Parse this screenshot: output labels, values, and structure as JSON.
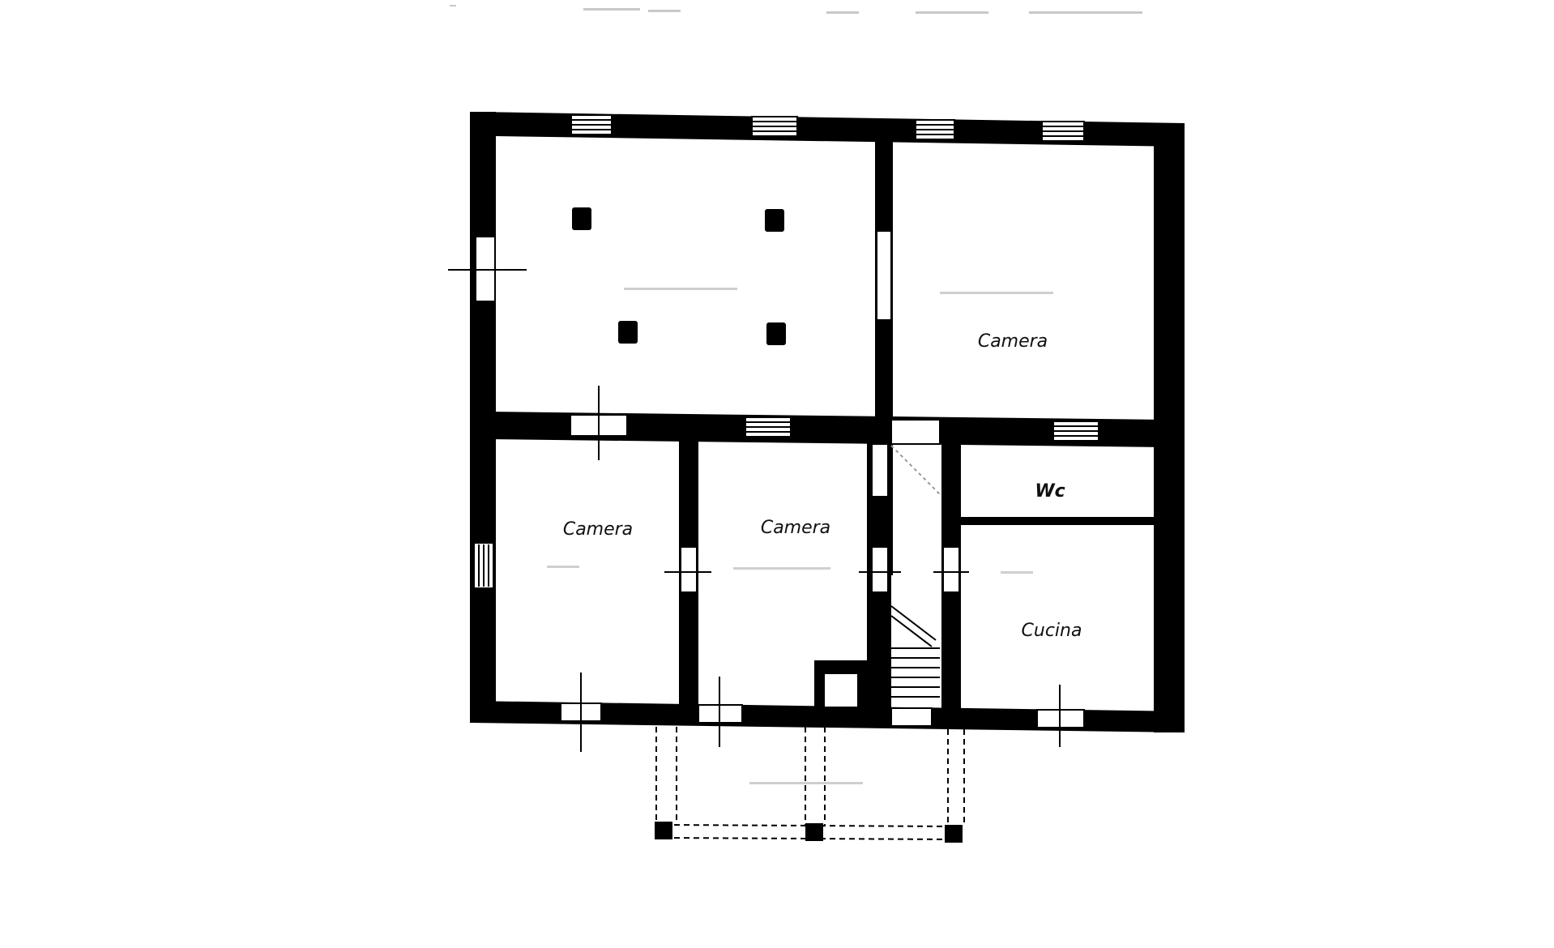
{
  "header": {
    "faint_title": ""
  },
  "plan": {
    "rooms": [
      {
        "id": "top-left",
        "label": ""
      },
      {
        "id": "top-right",
        "label": "Camera"
      },
      {
        "id": "bottom-left",
        "label": "Camera"
      },
      {
        "id": "bottom-mid",
        "label": "Camera"
      },
      {
        "id": "wc",
        "label": "Wc"
      },
      {
        "id": "kitchen",
        "label": "Cucina"
      }
    ]
  },
  "colors": {
    "wall": "#000000",
    "background": "#ffffff",
    "opening": "#ffffff"
  }
}
